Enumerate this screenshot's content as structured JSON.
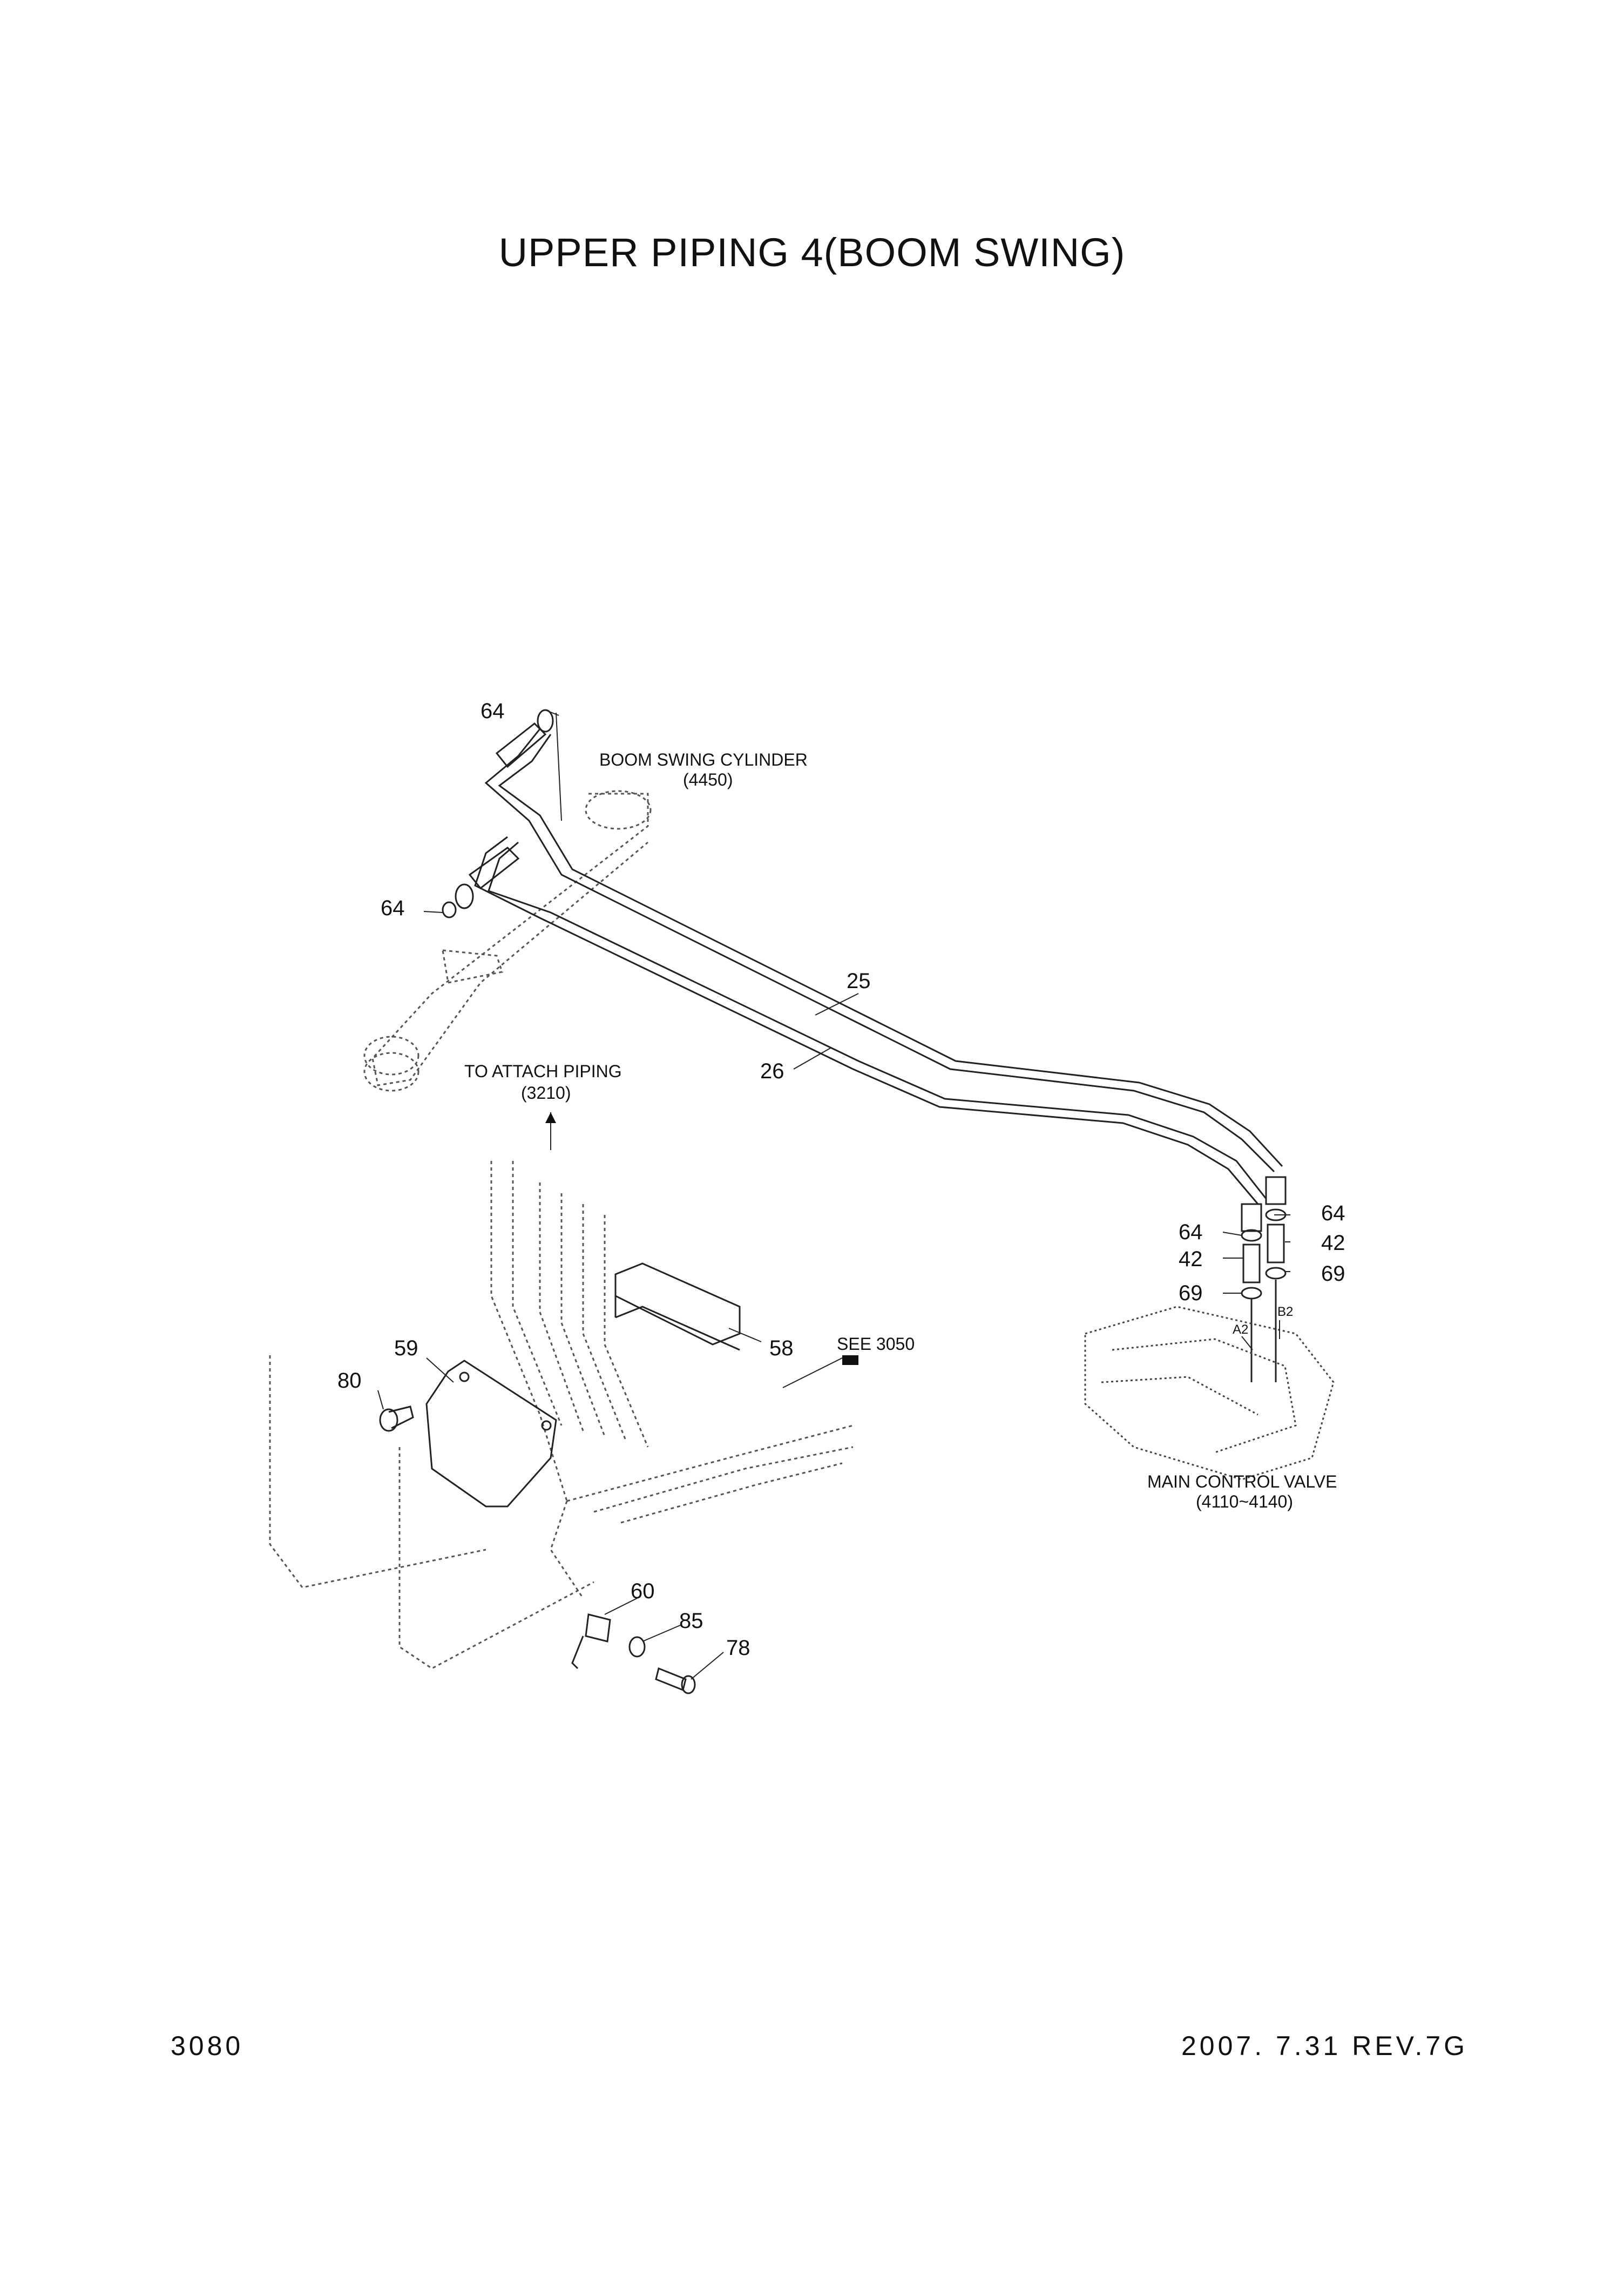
{
  "title": "UPPER PIPING 4(BOOM SWING)",
  "page_number": "3080",
  "revision": "2007. 7.31  REV.7G",
  "callouts": {
    "boom_swing_cylinder": "BOOM SWING CYLINDER",
    "boom_swing_cylinder_ref": "(4450)",
    "to_attach_piping": "TO ATTACH PIPING",
    "to_attach_piping_ref": "(3210)",
    "see_ref": "SEE 3050",
    "main_control_valve": "MAIN CONTROL VALVE",
    "main_control_valve_ref": "(4110~4140)",
    "port_a2": "A2",
    "port_b2": "B2"
  },
  "part_numbers": {
    "p64_top": "64",
    "p64_left": "64",
    "p25": "25",
    "p26": "26",
    "p64_right": "64",
    "p42_right": "42",
    "p69_right": "69",
    "p64_mid": "64",
    "p42_mid": "42",
    "p69_mid": "69",
    "p59": "59",
    "p80": "80",
    "p58": "58",
    "p60": "60",
    "p85": "85",
    "p78": "78"
  }
}
